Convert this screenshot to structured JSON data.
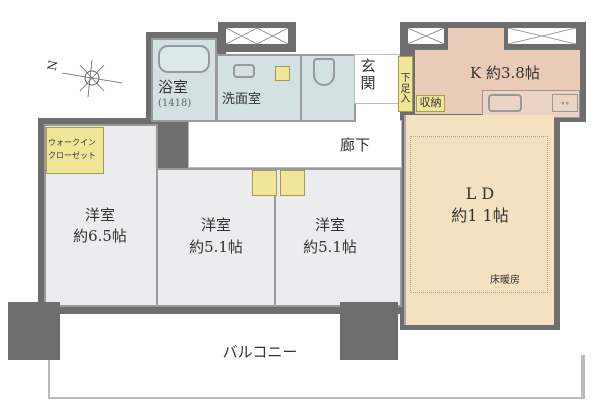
{
  "compass": {
    "north_label": "N"
  },
  "rooms": {
    "bath": {
      "name": "浴室",
      "size": "(1418)"
    },
    "washroom": {
      "name": "洗面室"
    },
    "entrance": {
      "name": "玄関"
    },
    "shoe_storage": {
      "name": "下足入"
    },
    "storage": {
      "name": "収納"
    },
    "kitchen": {
      "name": "K 約3.8帖"
    },
    "corridor": {
      "name": "廊下"
    },
    "walkin_closet": {
      "line1": "ウォークイン",
      "line2": "クローゼット"
    },
    "bedroom1": {
      "name": "洋室",
      "size": "約6.5帖"
    },
    "bedroom2": {
      "name": "洋室",
      "size": "約5.1帖"
    },
    "bedroom3": {
      "name": "洋室",
      "size": "約5.1帖"
    },
    "ld": {
      "name": "L D",
      "size": "約1 1帖",
      "floor_heating": "床暖房"
    },
    "balcony": {
      "name": "バルコニー"
    }
  },
  "colors": {
    "wall": "#6e6e6e",
    "bedroom": "#ececee",
    "wet": "#d3e1e3",
    "kitchen": "#e9cbb8",
    "ld": "#f4e1bf",
    "storage": "#f1e697"
  }
}
